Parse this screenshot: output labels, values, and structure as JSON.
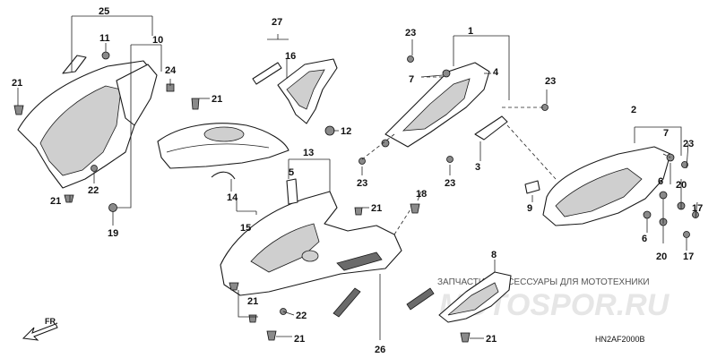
{
  "callouts": {
    "c25": "25",
    "c10": "10",
    "c11": "11",
    "c24": "24",
    "c21a": "21",
    "c21b": "21",
    "c22a": "22",
    "c21c": "21",
    "c19": "19",
    "c27": "27",
    "c16": "16",
    "c12": "12",
    "c13": "13",
    "c5": "5",
    "c14": "14",
    "c15": "15",
    "c21d": "21",
    "c18": "18",
    "c21e": "21",
    "c22b": "22",
    "c21f": "21",
    "c26": "26",
    "c23a": "23",
    "c1": "1",
    "c7a": "7",
    "c4": "4",
    "c23b": "23",
    "c3": "3",
    "c23c": "23",
    "c23d": "23",
    "c2": "2",
    "c7b": "7",
    "c23e": "23",
    "c9": "9",
    "c6a": "6",
    "c20a": "20",
    "c17a": "17",
    "c6b": "6",
    "c20b": "20",
    "c17b": "17",
    "c8": "8",
    "c21g": "21"
  },
  "watermark": {
    "caption": "ЗАПЧАСТИ И АКСЕССУАРЫ ДЛЯ МОТОТЕХНИКИ",
    "logo": "MOTOSPOR.RU"
  },
  "diagram_code": "HN2AF2000B",
  "front_indicator": "FR."
}
